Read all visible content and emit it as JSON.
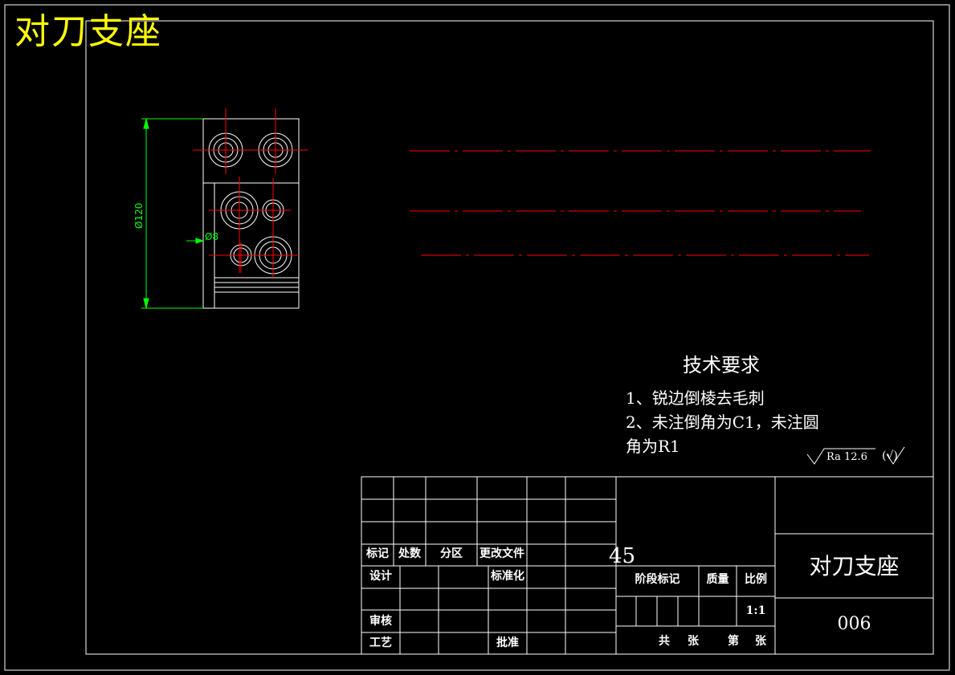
{
  "drawing_title": "对刀支座",
  "dimensions": {
    "height": "Ø120",
    "small": "Ø8"
  },
  "technical_requirements": {
    "heading": "技术要求",
    "items": [
      "1、锐边倒棱去毛刺",
      "2、未注倒角为C1，未注圆",
      "角为R1"
    ]
  },
  "surface_finish": {
    "roughness": "Ra 12.6",
    "symbol": "(√)"
  },
  "title_block": {
    "labels": {
      "mark": "标记",
      "count": "处数",
      "zone": "分区",
      "change_doc": "更改文件",
      "design": "设计",
      "standardize": "标准化",
      "review": "审核",
      "process": "工艺",
      "approve": "批准",
      "stage_mark": "阶段标记",
      "weight": "质量",
      "scale": "比例",
      "total": "共",
      "sheets": "张",
      "number": "第",
      "sheet": "张"
    },
    "material": "45",
    "scale_value": "1:1",
    "part_name": "对刀支座",
    "drawing_number": "006"
  },
  "colors": {
    "background": "#000000",
    "line": "#ffffff",
    "centerline": "#ff0000",
    "dimension": "#00ff00",
    "title": "#ffff00"
  }
}
